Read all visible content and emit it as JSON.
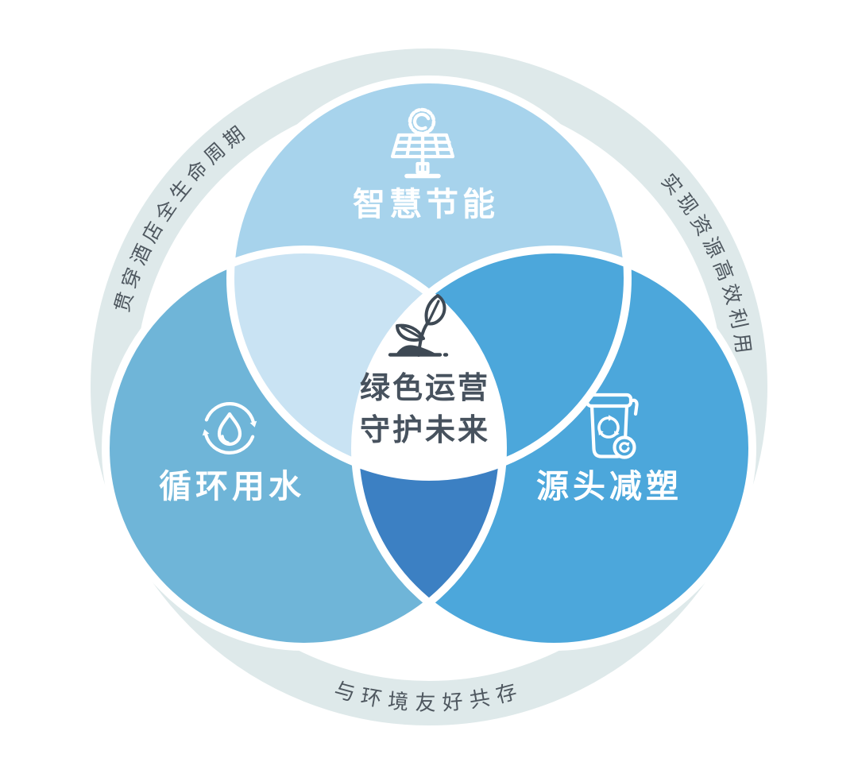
{
  "diagram": {
    "type": "venn-3",
    "center": {
      "icon": "sprout-icon",
      "lines": [
        "绿色运营",
        "守护未来"
      ]
    },
    "circles": [
      {
        "id": "top",
        "label": "智慧节能",
        "icon": "solar-panel-icon",
        "color": "#A7D3EC"
      },
      {
        "id": "left",
        "label": "循环用水",
        "icon": "water-cycle-icon",
        "color": "#6FB5D8"
      },
      {
        "id": "right",
        "label": "源头减塑",
        "icon": "recycle-bin-icon",
        "color": "#4CA7DB"
      }
    ],
    "overlaps": {
      "top_left": "#C9E3F3",
      "top_right": "#4CA7DB",
      "bottom": "#3C80C3",
      "center": "#FFFFFF"
    },
    "ring_labels": {
      "upper_left": "贯穿酒店全生命周期",
      "upper_right": "实现资源高效利用",
      "bottom": "与环境友好共存"
    },
    "colors": {
      "background": "#FFFFFF",
      "ring": "#DEE9EA",
      "circle_outline": "#FFFFFF",
      "label_text": "#FFFFFF",
      "center_text": "#47525E",
      "ring_text": "#4E575F"
    }
  }
}
